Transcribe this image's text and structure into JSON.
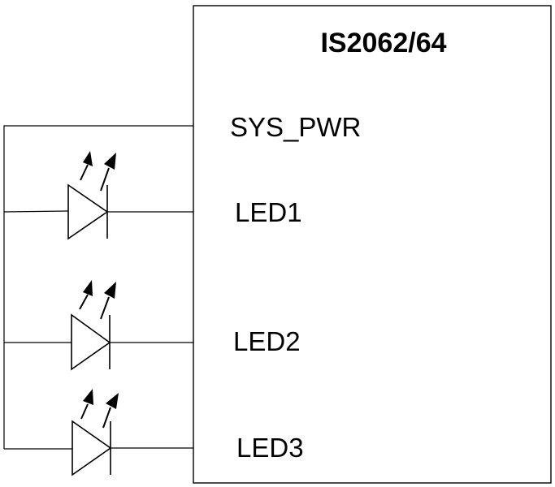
{
  "chip": {
    "title": "IS2062/64",
    "pins": {
      "sys_pwr": "SYS_PWR",
      "led1": "LED1",
      "led2": "LED2",
      "led3": "LED3"
    }
  },
  "leds": [
    {
      "name": "LED1",
      "emits_light": true
    },
    {
      "name": "LED2",
      "emits_light": true
    },
    {
      "name": "LED3",
      "emits_light": true
    }
  ],
  "colors": {
    "line": "#000000",
    "background": "#ffffff"
  }
}
